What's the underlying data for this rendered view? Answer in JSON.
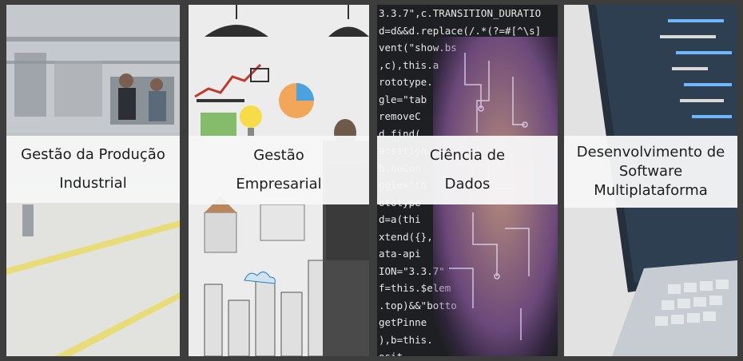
{
  "cards": [
    {
      "lines": [
        "Gestão da Produção",
        "Industrial"
      ]
    },
    {
      "lines": [
        "Gestão",
        "Empresarial"
      ]
    },
    {
      "lines": [
        "Ciência de",
        "Dados"
      ]
    },
    {
      "lines": [
        "Desenvolvimento de",
        "Software",
        "Multiplataforma"
      ]
    }
  ],
  "code_lines": [
    "3.3.7\",c.TRANSITION_DURATIO",
    "d=d&&d.replace(/.*(?=#[^\\s]",
    "vent(\"show.bs",
    ",c),this.a",
    "rototype.",
    "gle=\"tab",
    "removeC",
    "d.find(",
    "ansition",
    "b.noCon",
    "ggle=\"ta",
    "ototype",
    "d=a(thi",
    "xtend({},",
    "ata-api",
    "ION=\"3.3.7\"",
    "f=this.$elem",
    ".top)&&\"botto",
    "getPinne",
    "),b=this.",
    "osit"
  ]
}
